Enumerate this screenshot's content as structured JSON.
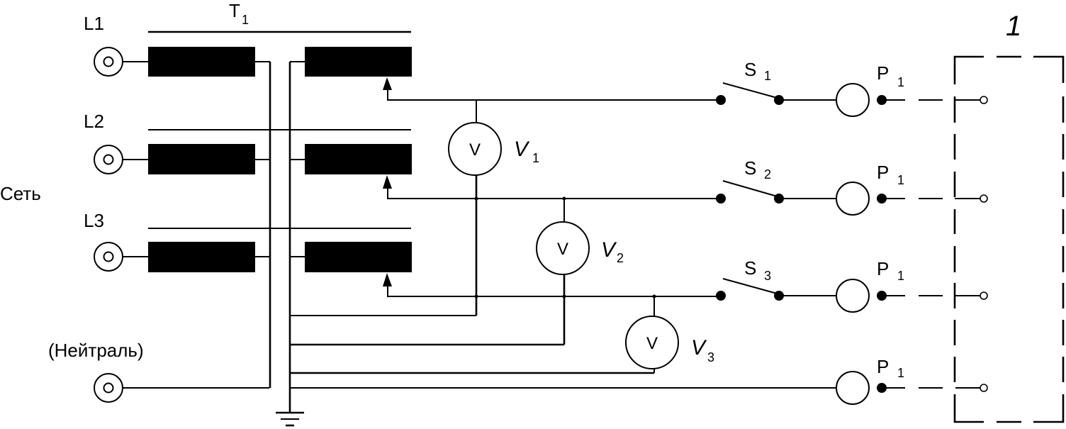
{
  "diagram": {
    "network_label": "Сеть",
    "neutral_label": "(Нейтраль)",
    "transformer_label": "T",
    "transformer_sub": "1",
    "box_label": "1",
    "phases": [
      {
        "label": "L1"
      },
      {
        "label": "L2"
      },
      {
        "label": "L3"
      }
    ],
    "voltmeters": [
      {
        "symbol": "V",
        "label": "V",
        "sub": "1"
      },
      {
        "symbol": "V",
        "label": "V",
        "sub": "2"
      },
      {
        "symbol": "V",
        "label": "V",
        "sub": "3"
      }
    ],
    "switches": [
      {
        "label": "S",
        "sub": "1"
      },
      {
        "label": "S",
        "sub": "2"
      },
      {
        "label": "S",
        "sub": "3"
      }
    ],
    "plugs": [
      {
        "label": "P",
        "sub": "1"
      },
      {
        "label": "P",
        "sub": "1"
      },
      {
        "label": "P",
        "sub": "1"
      },
      {
        "label": "P",
        "sub": "1"
      }
    ]
  }
}
